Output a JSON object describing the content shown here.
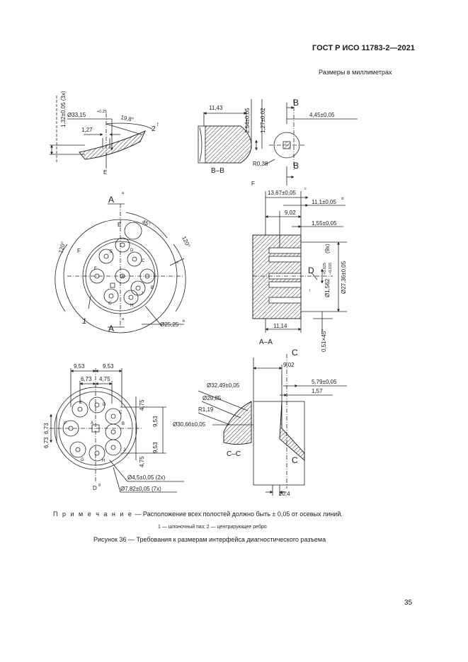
{
  "header": {
    "standard": "ГОСТ Р ИСО 11783-2—2021",
    "units": "Размеры в миллиметрах"
  },
  "note": {
    "label": "П р и м е ч а н и е",
    "text": " — Расположение всех полостей должно быть ± 0,05 от осевых линий."
  },
  "legend": "1 — шпоночный паз; 2 — центрирующее ребро",
  "caption": "Рисунок 36 — Требования к размерам интерфейса диагностического разъема",
  "page_number": "35",
  "detail_e": {
    "dim_vertical": "1,32±0,05 (3x)",
    "dim_diameter": "Ø33,15",
    "dim_diameter_tol": "+0,25",
    "dim_angle": "19,8°",
    "dim_small": "1,27",
    "callout": "2",
    "callout_sup": "f",
    "label": "E"
  },
  "section_bb": {
    "dim_width": "11,43",
    "dim_a": "2,54±0,05",
    "dim_b": "1,27±0,02",
    "dim_c": "4,45±0,05",
    "radius": "R0,38",
    "section_label": "B–B",
    "marker": "B",
    "note": "F"
  },
  "front_view": {
    "section_marker": "A",
    "sup_a": "a",
    "angle_top": "45°",
    "angle_left": "120°",
    "angle_right": "120°",
    "label_e": "E",
    "label_f": "F",
    "diameter": "Ø25,25",
    "diameter_sup": "b",
    "callout": "1",
    "sup_e": "e",
    "pins": [
      "A",
      "B",
      "C",
      "D",
      "E",
      "F",
      "G",
      "H",
      "J"
    ]
  },
  "section_aa": {
    "dim_1": "13,67±0,05",
    "dim_1_sup": "c",
    "dim_2": "11,1±0,05",
    "dim_2_sup": "d",
    "dim_3": "9,02",
    "dim_4": "1,55±0,05",
    "dim_diam_small": "Ø1,562",
    "dim_diam_small_tol_up": "+0,025",
    "dim_diam_small_tol_dn": "−0,015",
    "dim_diam_small_count": "(9x)",
    "dim_diam_large": "Ø27,36±0,05",
    "dim_bottom": "11,14",
    "dim_chamfer": "0,51×45°",
    "detail_marker": "D",
    "label": "A–A",
    "sup_i": "i"
  },
  "pin_layout": {
    "dim_top_left": "9,53",
    "dim_top_right": "9,53",
    "dim_mid_left": "6,73",
    "dim_mid_right": "4,75",
    "dim_side_left_1": "6,73",
    "dim_side_left_2": "6,73",
    "dim_side_right_1": "4,75",
    "dim_side_right_2": "9,53",
    "dim_side_right_3": "9,53",
    "dim_side_right_4": "4,75",
    "dim_hole": "Ø4,5±0,05 (2x)",
    "dim_cavity": "Ø7,82±0,05 (7x)",
    "label_d": "D",
    "label_d_sup": "g",
    "pins": [
      "A",
      "B",
      "C",
      "D",
      "E",
      "F",
      "G",
      "H",
      "J"
    ]
  },
  "section_cc": {
    "dim_1": "Ø32,49±0,05",
    "dim_2": "Ø29,85",
    "dim_3": "R1,19",
    "dim_4": "Ø30,66±0,05",
    "dim_5": "9,02",
    "dim_6": "5,79±0,05",
    "dim_7": "1,57",
    "dim_8": "≥0,4",
    "section_label": "C–C",
    "marker": "C"
  }
}
